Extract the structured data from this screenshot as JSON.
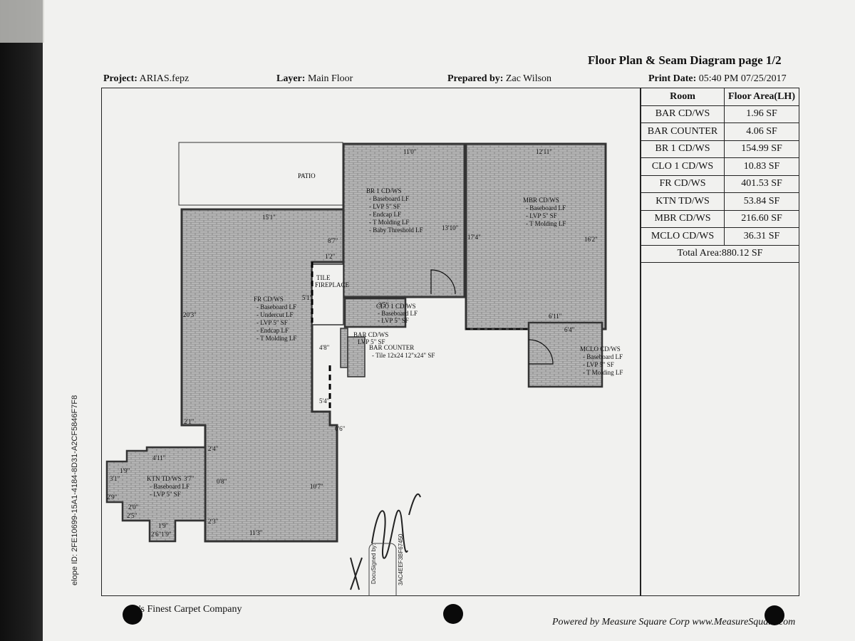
{
  "document": {
    "title": "Floor Plan & Seam Diagram  page 1/2",
    "project_label": "Project:",
    "project_value": "ARIAS.fepz",
    "layer_label": "Layer:",
    "layer_value": "Main Floor",
    "prepared_label": "Prepared by:",
    "prepared_value": "Zac Wilson",
    "print_label": "Print Date:",
    "print_value": "05:40 PM 07/25/2017"
  },
  "room_table": {
    "headers": [
      "Room",
      "Floor Area(LH)"
    ],
    "rows": [
      [
        "BAR CD/WS",
        "1.96 SF"
      ],
      [
        "BAR COUNTER",
        "4.06 SF"
      ],
      [
        "BR 1 CD/WS",
        "154.99 SF"
      ],
      [
        "CLO 1 CD/WS",
        "10.83 SF"
      ],
      [
        "FR CD/WS",
        "401.53 SF"
      ],
      [
        "KTN TD/WS",
        "53.84 SF"
      ],
      [
        "MBR CD/WS",
        "216.60 SF"
      ],
      [
        "MCLO CD/WS",
        "36.31 SF"
      ]
    ],
    "total": "Total Area:880.12 SF"
  },
  "plan": {
    "patio": "PATIO",
    "tile_fireplace": [
      "TILE",
      "FIREPLACE"
    ],
    "br1": [
      "BR 1 CD/WS",
      "- Baseboard LF",
      "- LVP 5\" SF",
      "- Endcap LF",
      "- T Molding LF",
      "- Baby Threshold LF"
    ],
    "mbr": [
      "MBR CD/WS",
      "- Baseboard LF",
      "- LVP 5\" SF",
      "- T Molding LF"
    ],
    "fr": [
      "FR CD/WS",
      "- Baseboard LF",
      "- Undercut LF",
      "- LVP 5\" SF",
      "- Endcap LF",
      "- T Molding LF"
    ],
    "clo1": [
      "CLO 1 CD/WS",
      "- Baseboard LF",
      "- LVP 5\" SF"
    ],
    "bar": [
      "BAR CD/WS",
      "LVP 5\" SF"
    ],
    "bar_counter": [
      "BAR COUNTER",
      "- Tile 12x24  12\"x24\" SF"
    ],
    "mclo": [
      "MCLO CD/WS",
      "- Baseboard LF",
      "- LVP 5\" SF",
      "- T Molding LF"
    ],
    "ktn": [
      "KTN TD/WS",
      "- Baseboard LF",
      "- LVP 5\" SF"
    ],
    "dims": {
      "br1_top": "11'0\"",
      "mbr_top": "12'11\"",
      "fr_top": "15'1\"",
      "br1_right": "13'10\"",
      "mbr_left": "17'4\"",
      "mbr_right": "16'2\"",
      "fr_left": "20'3\"",
      "fr_bottom": "11'3\"",
      "fr_lower_right": "10'7\"",
      "mclo_top": "6'11\"",
      "mclo_inner": "6'4\"",
      "d_8_7": "8'7\"",
      "d_1_2": "1'2\"",
      "d_5_1": "5'1\"",
      "d_5_4": "5'4\"",
      "d_4_8": "4'8\"",
      "d_3_5": "3'5\"",
      "d_0_6": "0'6\"",
      "d_2_1": "2'1\"",
      "d_2_4": "2'4\"",
      "k_4_11": "4'11\"",
      "k_3_1": "3'1\"",
      "k_1_9": "1'9\"",
      "k_2_9": "2'9\"",
      "k_2_0": "2'0\"",
      "k_2_5": "2'5\"",
      "k_1_9b": "1'9\"",
      "k_2_6": "2'6\"1'9\"",
      "k_2_3": "2'3\"",
      "k_0_8": "0'8\"",
      "k_3_7": "3'7\""
    }
  },
  "side_text": {
    "envelope": "elope ID: 2FE10699-15A1-4184-8D31-A2CF5846F7F8",
    "signed_label": "DocuSigned by:",
    "signed_id": "3AC4EEF3BF67450..."
  },
  "footer": {
    "company": "'s Finest Carpet Company",
    "powered": "Powered by Measure Square Corp www.MeasureSquare.com"
  }
}
